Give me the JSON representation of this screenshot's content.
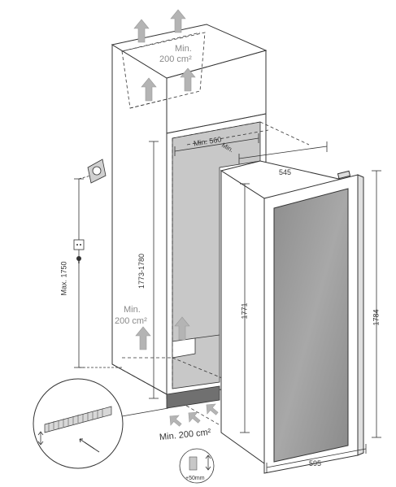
{
  "labels": {
    "top_vent_min": "Min.",
    "top_vent_area": "200 cm²",
    "mid_vent_min": "Min.",
    "mid_vent_area": "200 cm²",
    "bottom_vent": "Min. 200 cm²",
    "niche_width": "Min. 560",
    "niche_width_tail": "Min.",
    "appliance_depth": "545",
    "appliance_width": "595",
    "niche_height": "1773-1780",
    "body_height": "1771",
    "door_height": "1784",
    "socket_height": "Max. 1750",
    "plinth_offset": "+50mm"
  },
  "colors": {
    "line": "#333333",
    "arrow_fill": "#b4b4b4",
    "vent_text": "#8a8a8a",
    "door_inner": "#9a9a9a",
    "door_frame": "#ffffff",
    "niche_back": "#d8d8d8"
  },
  "icons": [
    "arrow-up-icon",
    "socket-icon",
    "plug-icon",
    "magnifier-detail-icon",
    "adjust-arrow-icon"
  ]
}
